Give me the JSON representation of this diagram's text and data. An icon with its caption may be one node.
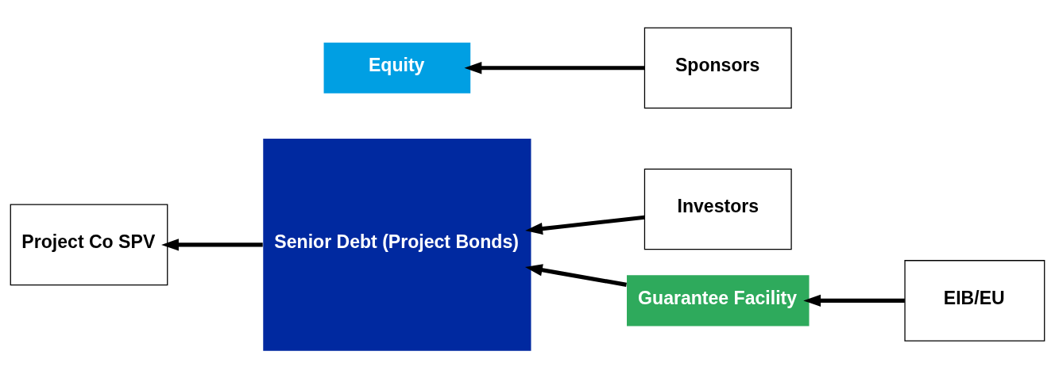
{
  "diagram": {
    "nodes": [
      {
        "text": [
          "Project Co SPV"
        ]
      },
      {
        "text": [
          "Senior Debt (Project Bonds)"
        ]
      },
      {
        "text": [
          "Equity"
        ]
      },
      {
        "text": [
          "Investors"
        ]
      },
      {
        "text": [
          "Guarantee Facility"
        ]
      },
      {
        "text": [
          "Sponsors"
        ]
      },
      {
        "text": [
          "EIB/EU"
        ]
      }
    ],
    "edges": [
      {
        "from": 1,
        "to": 0,
        "arrow": "to"
      },
      {
        "from": 3,
        "to": 1,
        "arrow": "to"
      },
      {
        "from": 4,
        "to": 1,
        "arrow": "to"
      },
      {
        "from": 5,
        "to": 2,
        "arrow": "to"
      },
      {
        "from": 6,
        "to": 4,
        "arrow": "to"
      }
    ]
  }
}
